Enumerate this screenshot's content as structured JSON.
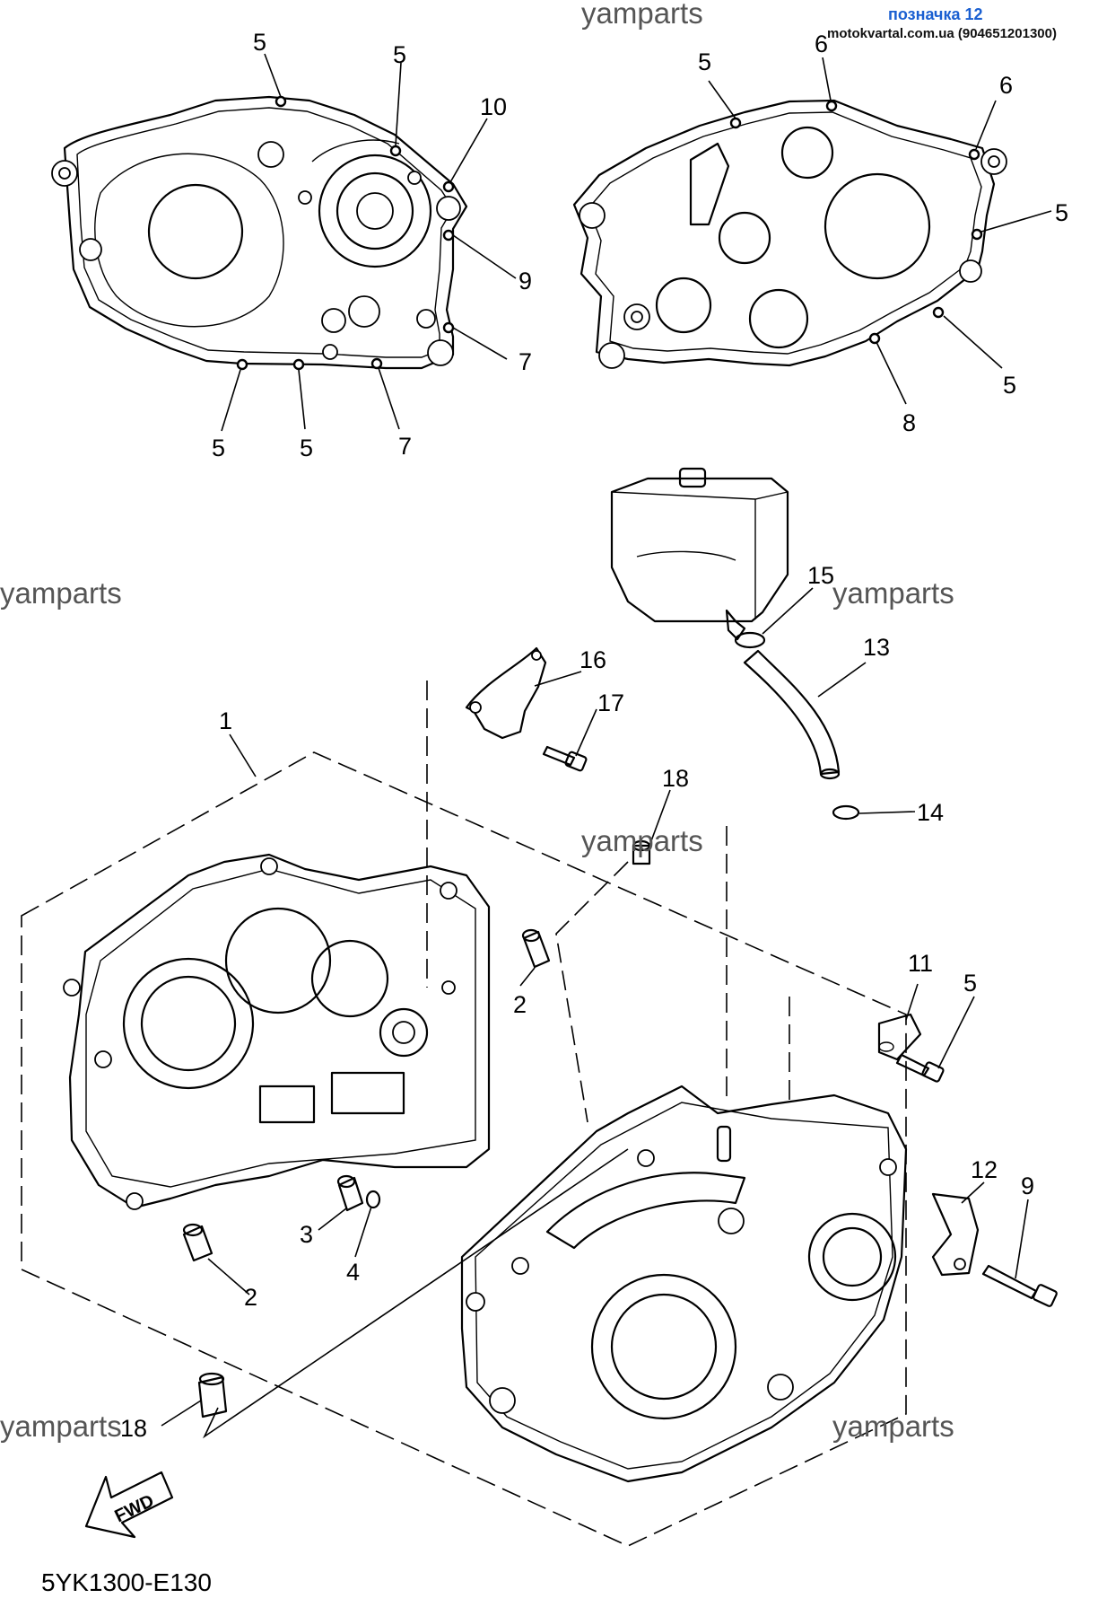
{
  "header": {
    "watermark_top": "yamparts",
    "badge": "позначка 12",
    "source": "motokvartal.com.ua (904651201300)"
  },
  "watermarks": [
    "yamparts",
    "yamparts",
    "yamparts",
    "yamparts",
    "yamparts"
  ],
  "callouts": {
    "left_gasket": [
      "5",
      "5",
      "10",
      "9",
      "7",
      "7",
      "5",
      "5"
    ],
    "right_gasket": [
      "5",
      "6",
      "6",
      "5",
      "5",
      "8"
    ],
    "tank_hose": [
      "15",
      "13",
      "14"
    ],
    "bracket": [
      "16",
      "17"
    ],
    "left_case": [
      "1",
      "2",
      "3",
      "4",
      "2",
      "18"
    ],
    "right_case": [
      "18",
      "11",
      "5",
      "12",
      "9"
    ]
  },
  "fwd_label": "FWD",
  "diagram_code": "5YK1300-E130"
}
